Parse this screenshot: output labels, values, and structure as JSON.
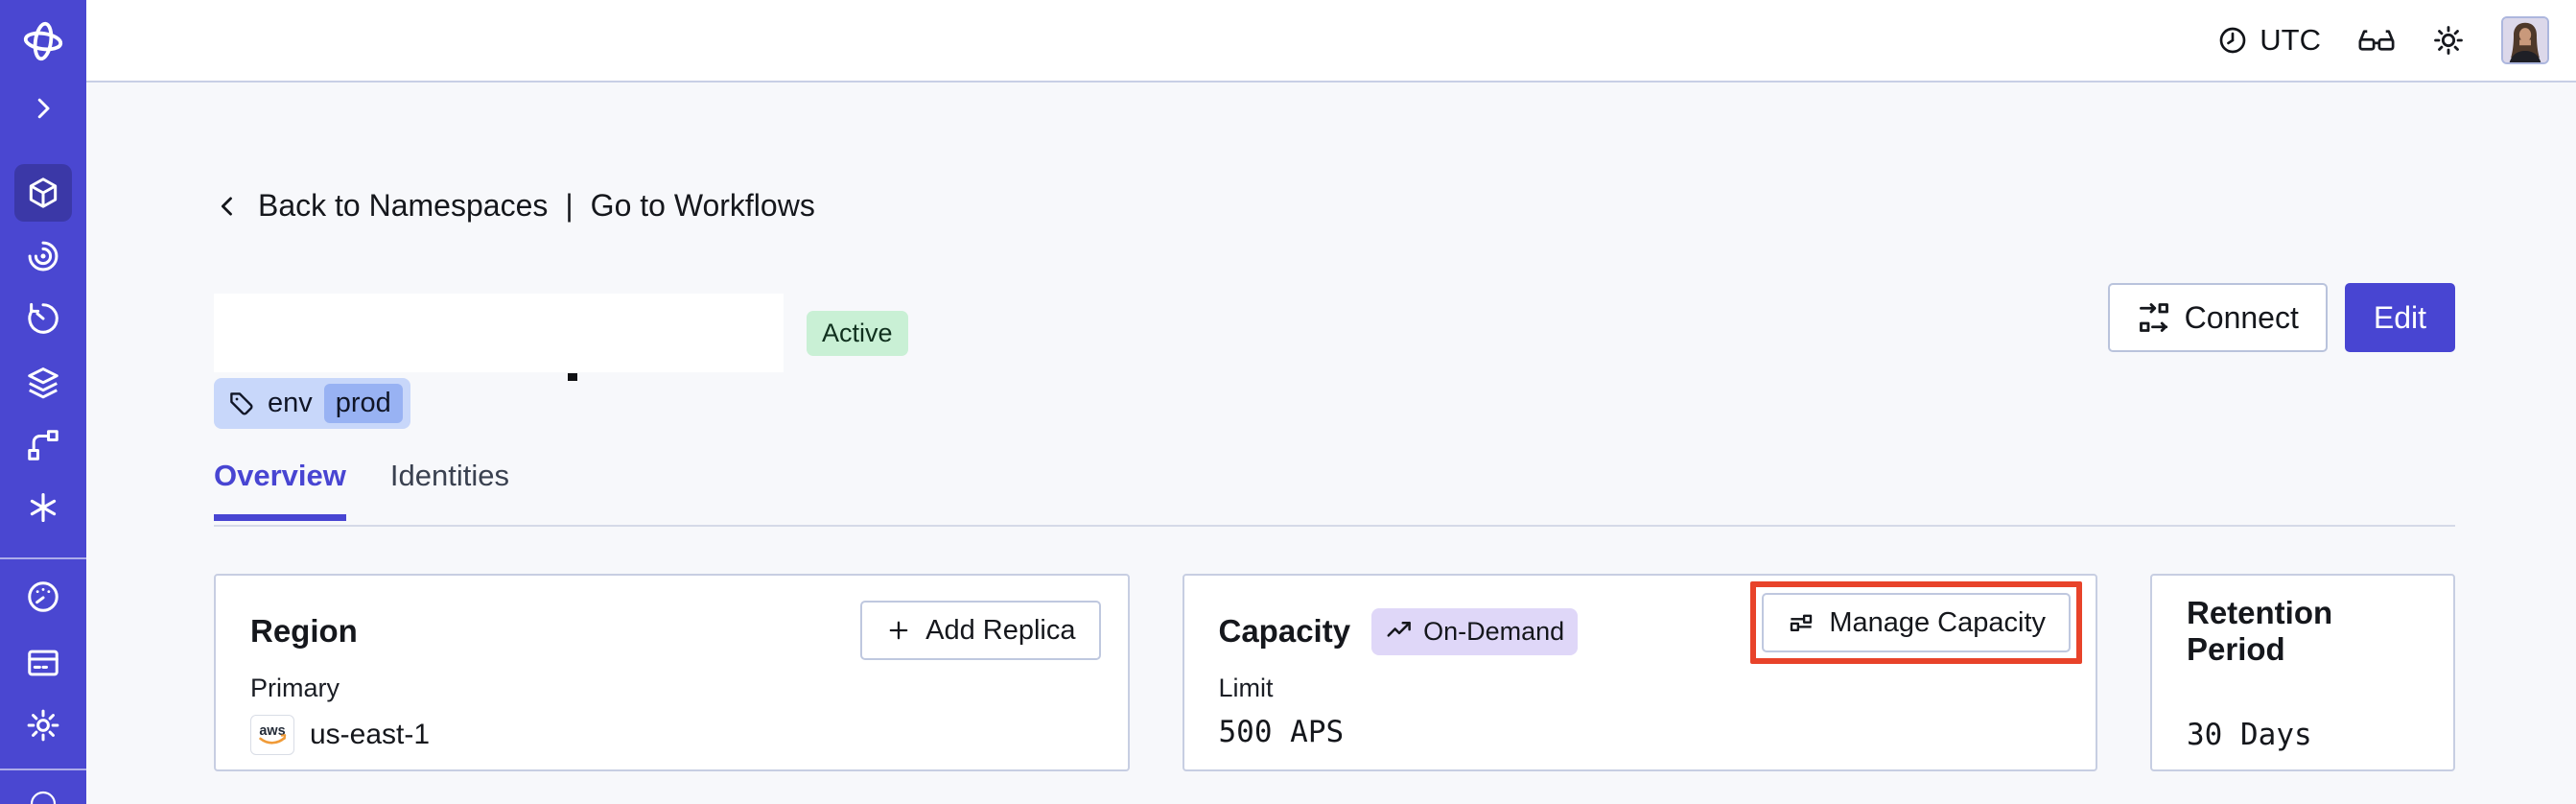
{
  "colors": {
    "sidebar_bg": "#4A47D1",
    "accent": "#4845D2",
    "highlight_red": "#E8432A",
    "status_green_bg": "#C9F0D5",
    "tag_bg": "#C8D7FA",
    "tag_value_bg": "#98B2F3",
    "ondemand_bg": "#DFD7F8",
    "page_bg": "#F7F8FB",
    "card_border": "#C7CEE2"
  },
  "sidebar": {
    "icons": [
      "temporal-logo",
      "chevron-right-icon",
      "namespaces-cube-icon",
      "workflows-spiral-icon",
      "schedules-clock-icon",
      "deployments-layers-icon",
      "batch-operations-branch-icon",
      "nexus-asterisk-icon",
      "usage-gauge-icon",
      "billing-card-icon",
      "settings-gear-icon",
      "support-circle-icon"
    ],
    "active_item": "namespaces"
  },
  "topbar": {
    "timezone": "UTC",
    "icons": [
      "clock-icon",
      "glasses-icon",
      "theme-sun-icon"
    ],
    "avatar": "user-avatar"
  },
  "breadcrumb": {
    "back": "Back to Namespaces",
    "separator": "|",
    "workflows": "Go to Workflows"
  },
  "header": {
    "status_badge": "Active",
    "tag_key": "env",
    "tag_value": "prod",
    "connect_label": "Connect",
    "edit_label": "Edit"
  },
  "tabs": [
    {
      "label": "Overview",
      "active": true
    },
    {
      "label": "Identities",
      "active": false
    }
  ],
  "cards": {
    "region": {
      "title": "Region",
      "button_label": "Add Replica",
      "field_label": "Primary",
      "provider": "aws",
      "value": "us-east-1"
    },
    "capacity": {
      "title": "Capacity",
      "badge": "On-Demand",
      "button_label": "Manage Capacity",
      "button_highlighted": true,
      "field_label": "Limit",
      "value": "500 APS"
    },
    "retention": {
      "title": "Retention Period",
      "value": "30 Days"
    }
  }
}
